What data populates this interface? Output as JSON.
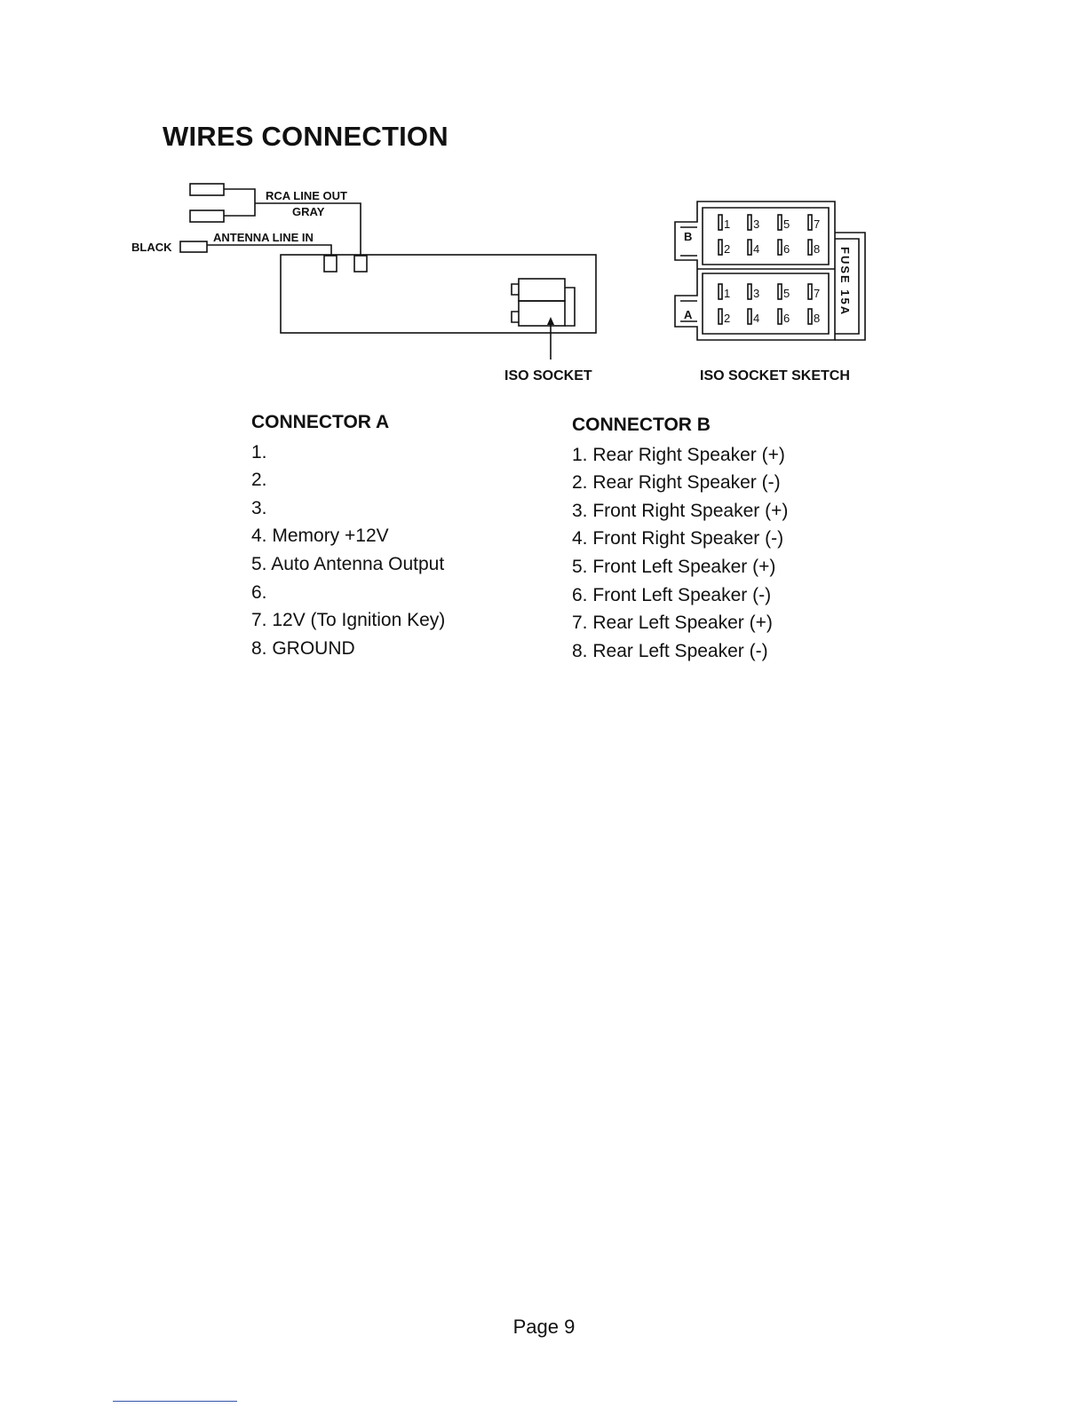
{
  "page": {
    "title": "WIRES CONNECTION",
    "page_number": "Page 9"
  },
  "diagram": {
    "rca_line_out": "RCA LINE OUT",
    "gray": "GRAY",
    "antenna_line_in": "ANTENNA LINE IN",
    "black": "BLACK",
    "iso_socket": "ISO SOCKET",
    "iso_socket_sketch": "ISO SOCKET SKETCH",
    "block_b": "B",
    "block_a": "A",
    "fuse": "FUSE 15A",
    "pins": [
      "1",
      "3",
      "5",
      "7",
      "2",
      "4",
      "6",
      "8"
    ]
  },
  "connector_a": {
    "title": "CONNECTOR A",
    "items": [
      "1.",
      "2.",
      "3.",
      "4. Memory +12V",
      "5. Auto Antenna Output",
      "6.",
      "7. 12V (To Ignition Key)",
      "8. GROUND"
    ]
  },
  "connector_b": {
    "title": "CONNECTOR B",
    "items": [
      "1. Rear Right Speaker (+)",
      "2. Rear Right Speaker (-)",
      "3. Front Right Speaker (+)",
      "4. Front Right Speaker (-)",
      "5. Front Left Speaker (+)",
      "6. Front Left Speaker (-)",
      "7. Rear Left Speaker (+)",
      "8. Rear Left Speaker (-)"
    ]
  }
}
